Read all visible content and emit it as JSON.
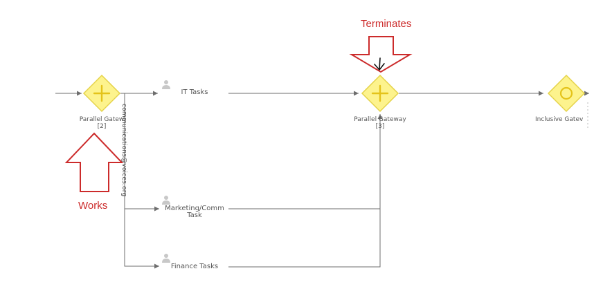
{
  "gateways": {
    "parallel_split": {
      "label": "Parallel Gatew",
      "id": "[2]",
      "symbol": "plus"
    },
    "parallel_join": {
      "label": "Parallel Gateway",
      "id": "[3]",
      "symbol": "plus"
    },
    "inclusive": {
      "label": "Inclusive Gatev",
      "symbol": "circle"
    }
  },
  "tasks": [
    {
      "label": "IT Tasks",
      "icon": "user-icon"
    },
    {
      "label": "Marketing/Comm",
      "label2": "Task",
      "icon": "user-icon"
    },
    {
      "label": "Finance Tasks",
      "icon": "user-icon"
    }
  ],
  "flow_annotation": "communications@voices.org",
  "annotations": {
    "terminates": "Terminates",
    "works": "Works"
  },
  "colors": {
    "gateway_fill": "#fdf38d",
    "gateway_stroke": "#e5d34a",
    "gateway_symbol": "#e4c31a",
    "flow_line": "#6e6e6e",
    "annotation_red": "#cc2b2b"
  }
}
